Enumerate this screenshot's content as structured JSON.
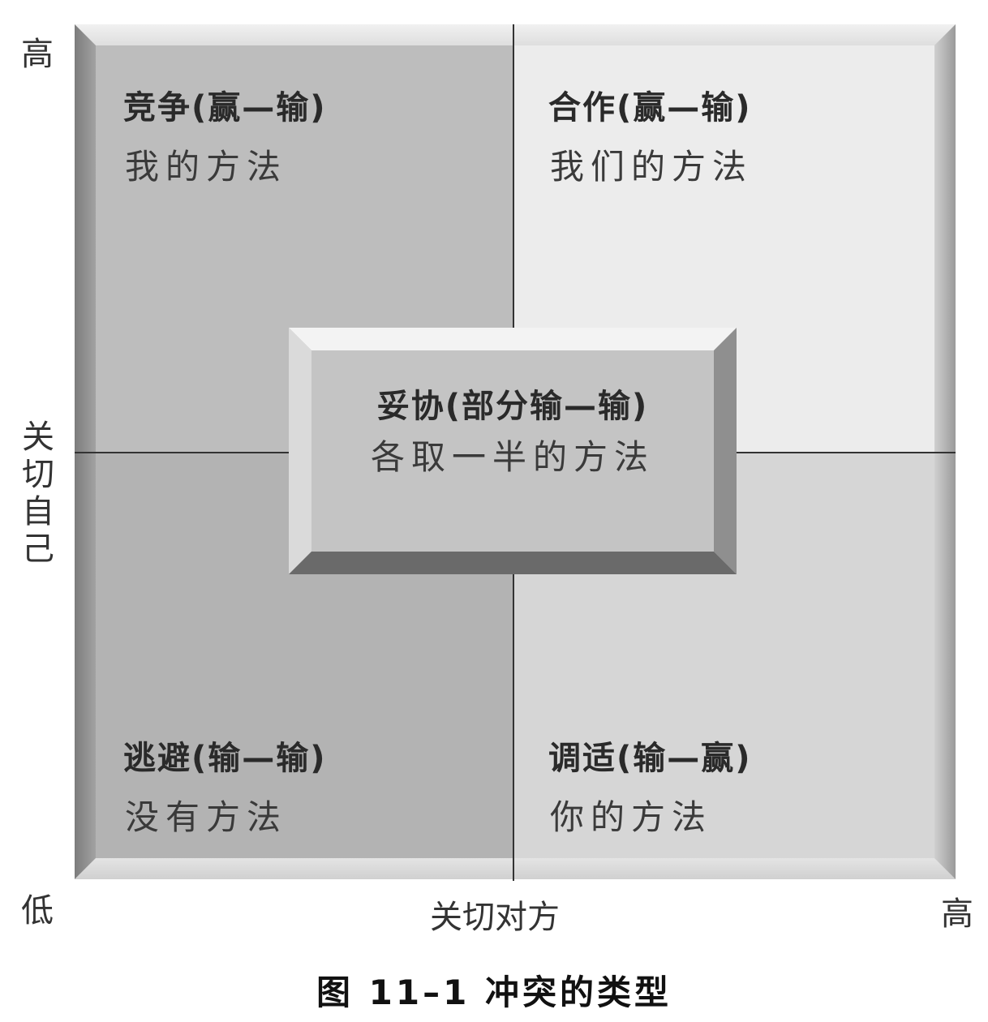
{
  "quadrants": {
    "top_left": {
      "title": "竞争(赢—输)",
      "subtitle": "我的方法"
    },
    "top_right": {
      "title": "合作(赢—输)",
      "subtitle": "我们的方法"
    },
    "bottom_left": {
      "title": "逃避(输—输)",
      "subtitle": "没有方法"
    },
    "bottom_right": {
      "title": "调适(输—赢)",
      "subtitle": "你的方法"
    }
  },
  "center": {
    "title": "妥协(部分输—输)",
    "subtitle": "各取一半的方法"
  },
  "axes": {
    "y_label": "关切自己",
    "y_high": "高",
    "origin_low": "低",
    "x_label": "关切对方",
    "x_high": "高"
  },
  "caption": "图 11–1  冲突的类型"
}
